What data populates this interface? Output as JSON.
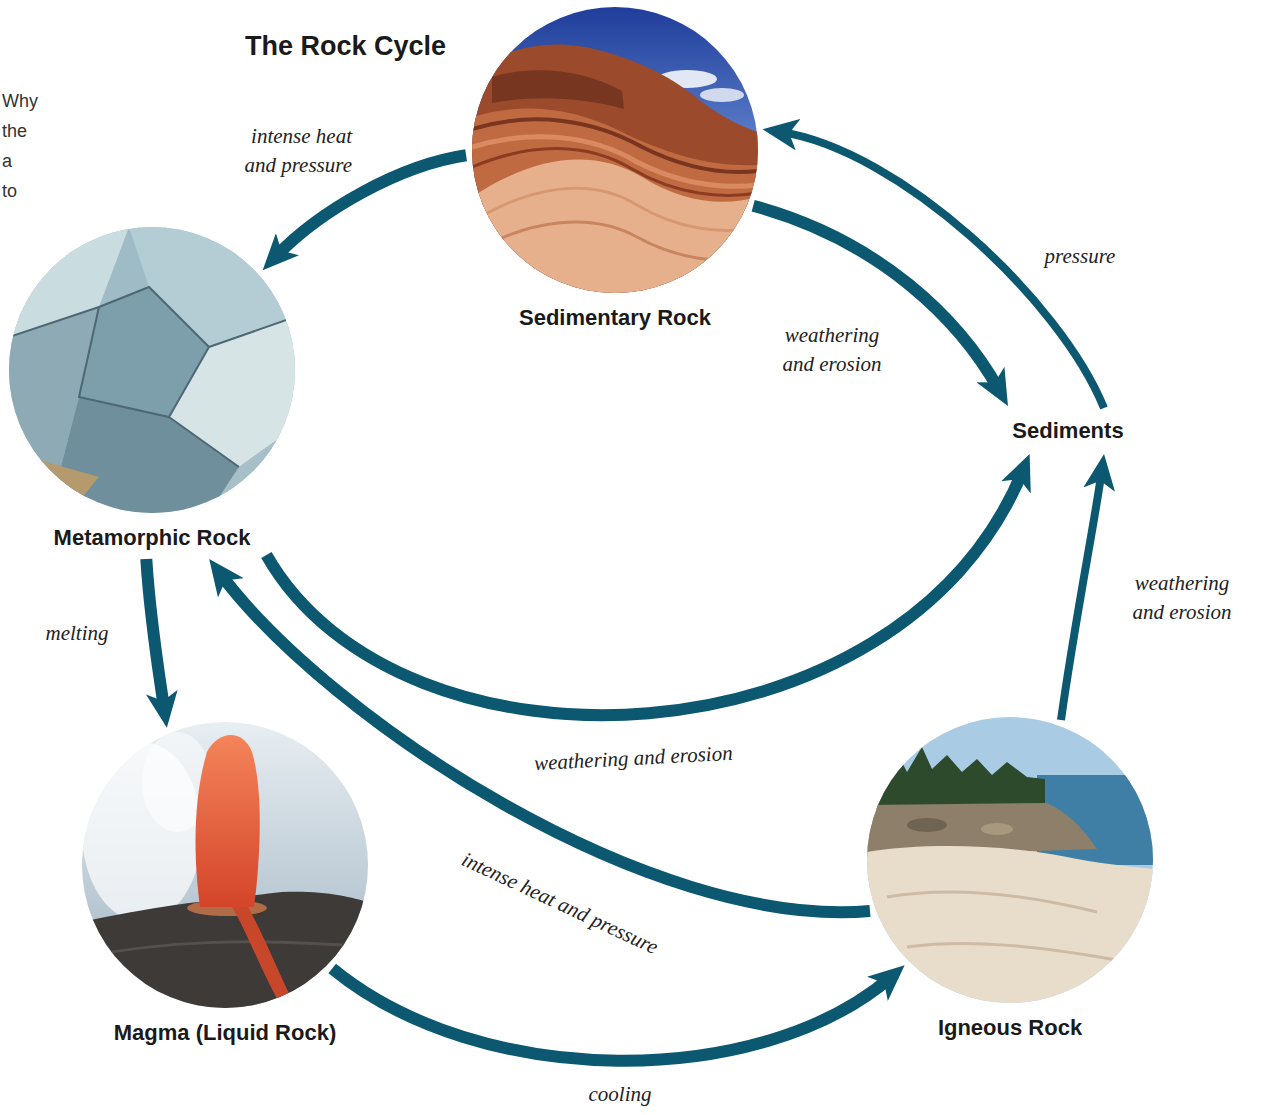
{
  "diagram": {
    "title": "The Rock Cycle",
    "nodes": [
      {
        "text": [
          "Sedimentary Rock"
        ]
      },
      {
        "text": [
          "Sediments"
        ]
      },
      {
        "text": [
          "Metamorphic Rock"
        ]
      },
      {
        "text": [
          "Magma (Liquid Rock)"
        ]
      },
      {
        "text": [
          "Igneous Rock"
        ]
      }
    ],
    "edges": [
      {
        "from": 0,
        "to": 2,
        "label": "intense heat and pressure",
        "arrow": "to"
      },
      {
        "from": 0,
        "to": 1,
        "label": "weathering and erosion",
        "arrow": "to"
      },
      {
        "from": 1,
        "to": 0,
        "label": "pressure",
        "arrow": "to"
      },
      {
        "from": 4,
        "to": 1,
        "label": "weathering and erosion",
        "arrow": "to"
      },
      {
        "from": 2,
        "to": 1,
        "label": "weathering and erosion",
        "arrow": "to"
      },
      {
        "from": 2,
        "to": 3,
        "label": "melting",
        "arrow": "to"
      },
      {
        "from": 3,
        "to": 4,
        "label": "cooling",
        "arrow": "to"
      },
      {
        "from": 4,
        "to": 2,
        "label": "intense heat and pressure",
        "arrow": "to"
      }
    ],
    "labels": [
      "Why",
      "the",
      "a",
      "to"
    ]
  }
}
